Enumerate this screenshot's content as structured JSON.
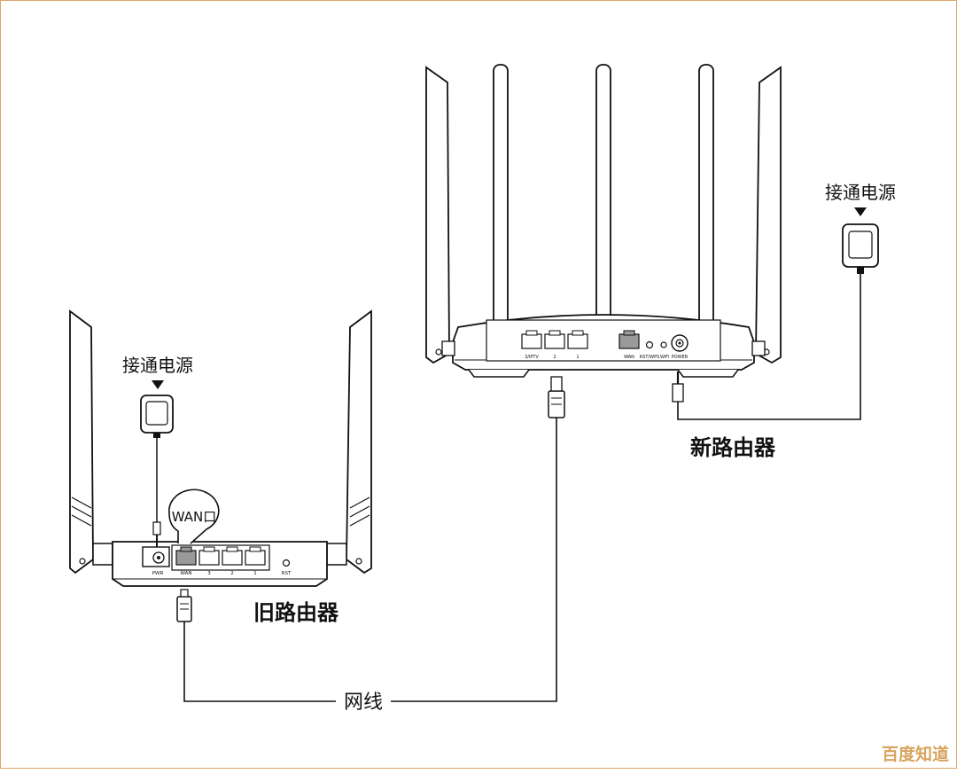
{
  "labels": {
    "power_left": "接通电源",
    "power_right": "接通电源",
    "wan_callout": "WAN口",
    "old_router": "旧路由器",
    "new_router": "新路由器",
    "cable": "网线",
    "watermark": "百度知道"
  },
  "old_router_ports": [
    "PWR",
    "WAN",
    "3",
    "2",
    "1",
    "RST"
  ],
  "new_router_ports": [
    "3/IPTV",
    "2",
    "1",
    "WAN",
    "RST/WPS",
    "WiFi",
    "POWER"
  ]
}
